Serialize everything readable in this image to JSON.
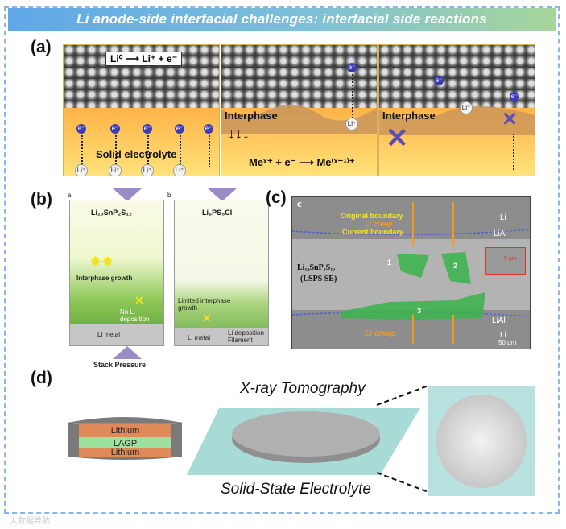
{
  "banner": {
    "title": "Li anode-side interfacial challenges: interfacial side reactions"
  },
  "panel_a": {
    "label": "(a)",
    "reaction_box": "Li⁰ ⟶ Li⁺ + e⁻",
    "solid_electrolyte": "Solid electrolyte",
    "interphase": "Interphase",
    "reduction_eq": "Meˣ⁺ + e⁻ ⟶ Me⁽ˣ⁻¹⁾⁺",
    "e_symbol": "e⁻",
    "li_symbol": "Li⁺"
  },
  "panel_b": {
    "label": "(b)",
    "sub_a": "a",
    "sub_b": "b",
    "left_title": "Li₁₀SnP₂S₁₂",
    "right_title": "Li₆PS₅Cl",
    "interphase_growth": "Interphase growth",
    "no_li_deposition": "No Li deposition",
    "li_metal": "Li metal",
    "stack_pressure": "Stack Pressure",
    "limited_interphase": "Limited interphase growth",
    "li_deposition": "Li deposition",
    "filament_growth": "Filament growth"
  },
  "panel_c": {
    "label": "(c)",
    "corner": "c",
    "original_boundary": "Original boundary",
    "li_creep": "Li creep",
    "current_boundary": "Current boundary",
    "li": "Li",
    "lial": "LiAl",
    "material": "Li₁₀SnP₂S₁₂",
    "material_abbr": "(LSPS SE)",
    "scale": "50 μm",
    "inset_scale": "5 μm",
    "num1": "1",
    "num2": "2",
    "num3": "3"
  },
  "panel_d": {
    "label": "(d)",
    "lithium_top": "Lithium",
    "lagp": "LAGP",
    "lithium_bottom": "Lithium",
    "xray": "X-ray Tomography",
    "sse": "Solid-State Electrolyte"
  },
  "colors": {
    "banner_start": "#5fa7e8",
    "banner_end": "#a6d69a",
    "frame": "#8bb7e8",
    "electron": "#3b3bb3",
    "li_orange": "#f59a1e",
    "interphase_green": "#3fb34f"
  },
  "watermark": "大数据导航"
}
